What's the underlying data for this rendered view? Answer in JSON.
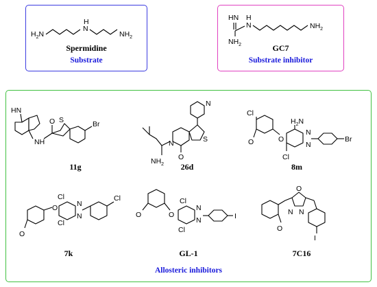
{
  "colors": {
    "substrate_box": "#3a3ae0",
    "inhibitor_box": "#e040c0",
    "allosteric_box": "#40c040",
    "caption": "#1a1adb"
  },
  "substrate": {
    "name": "Spermidine",
    "caption": "Substrate"
  },
  "substrate_inhibitor": {
    "name": "GC7",
    "caption": "Substrate inhibitor"
  },
  "allosteric": {
    "caption": "Allosteric inhibitors",
    "compounds": [
      {
        "id": "11g"
      },
      {
        "id": "26d"
      },
      {
        "id": "8m"
      },
      {
        "id": "7k"
      },
      {
        "id": "GL-1"
      },
      {
        "id": "7C16"
      }
    ]
  },
  "atom_labels": {
    "nh2": "NH",
    "sub2": "2",
    "h2n": "H",
    "h2n_n": "N",
    "nh": "H",
    "n": "N",
    "hn": "HN",
    "h": "H",
    "o": "O",
    "s": "S",
    "br": "Br",
    "cl": "Cl",
    "i": "I"
  }
}
